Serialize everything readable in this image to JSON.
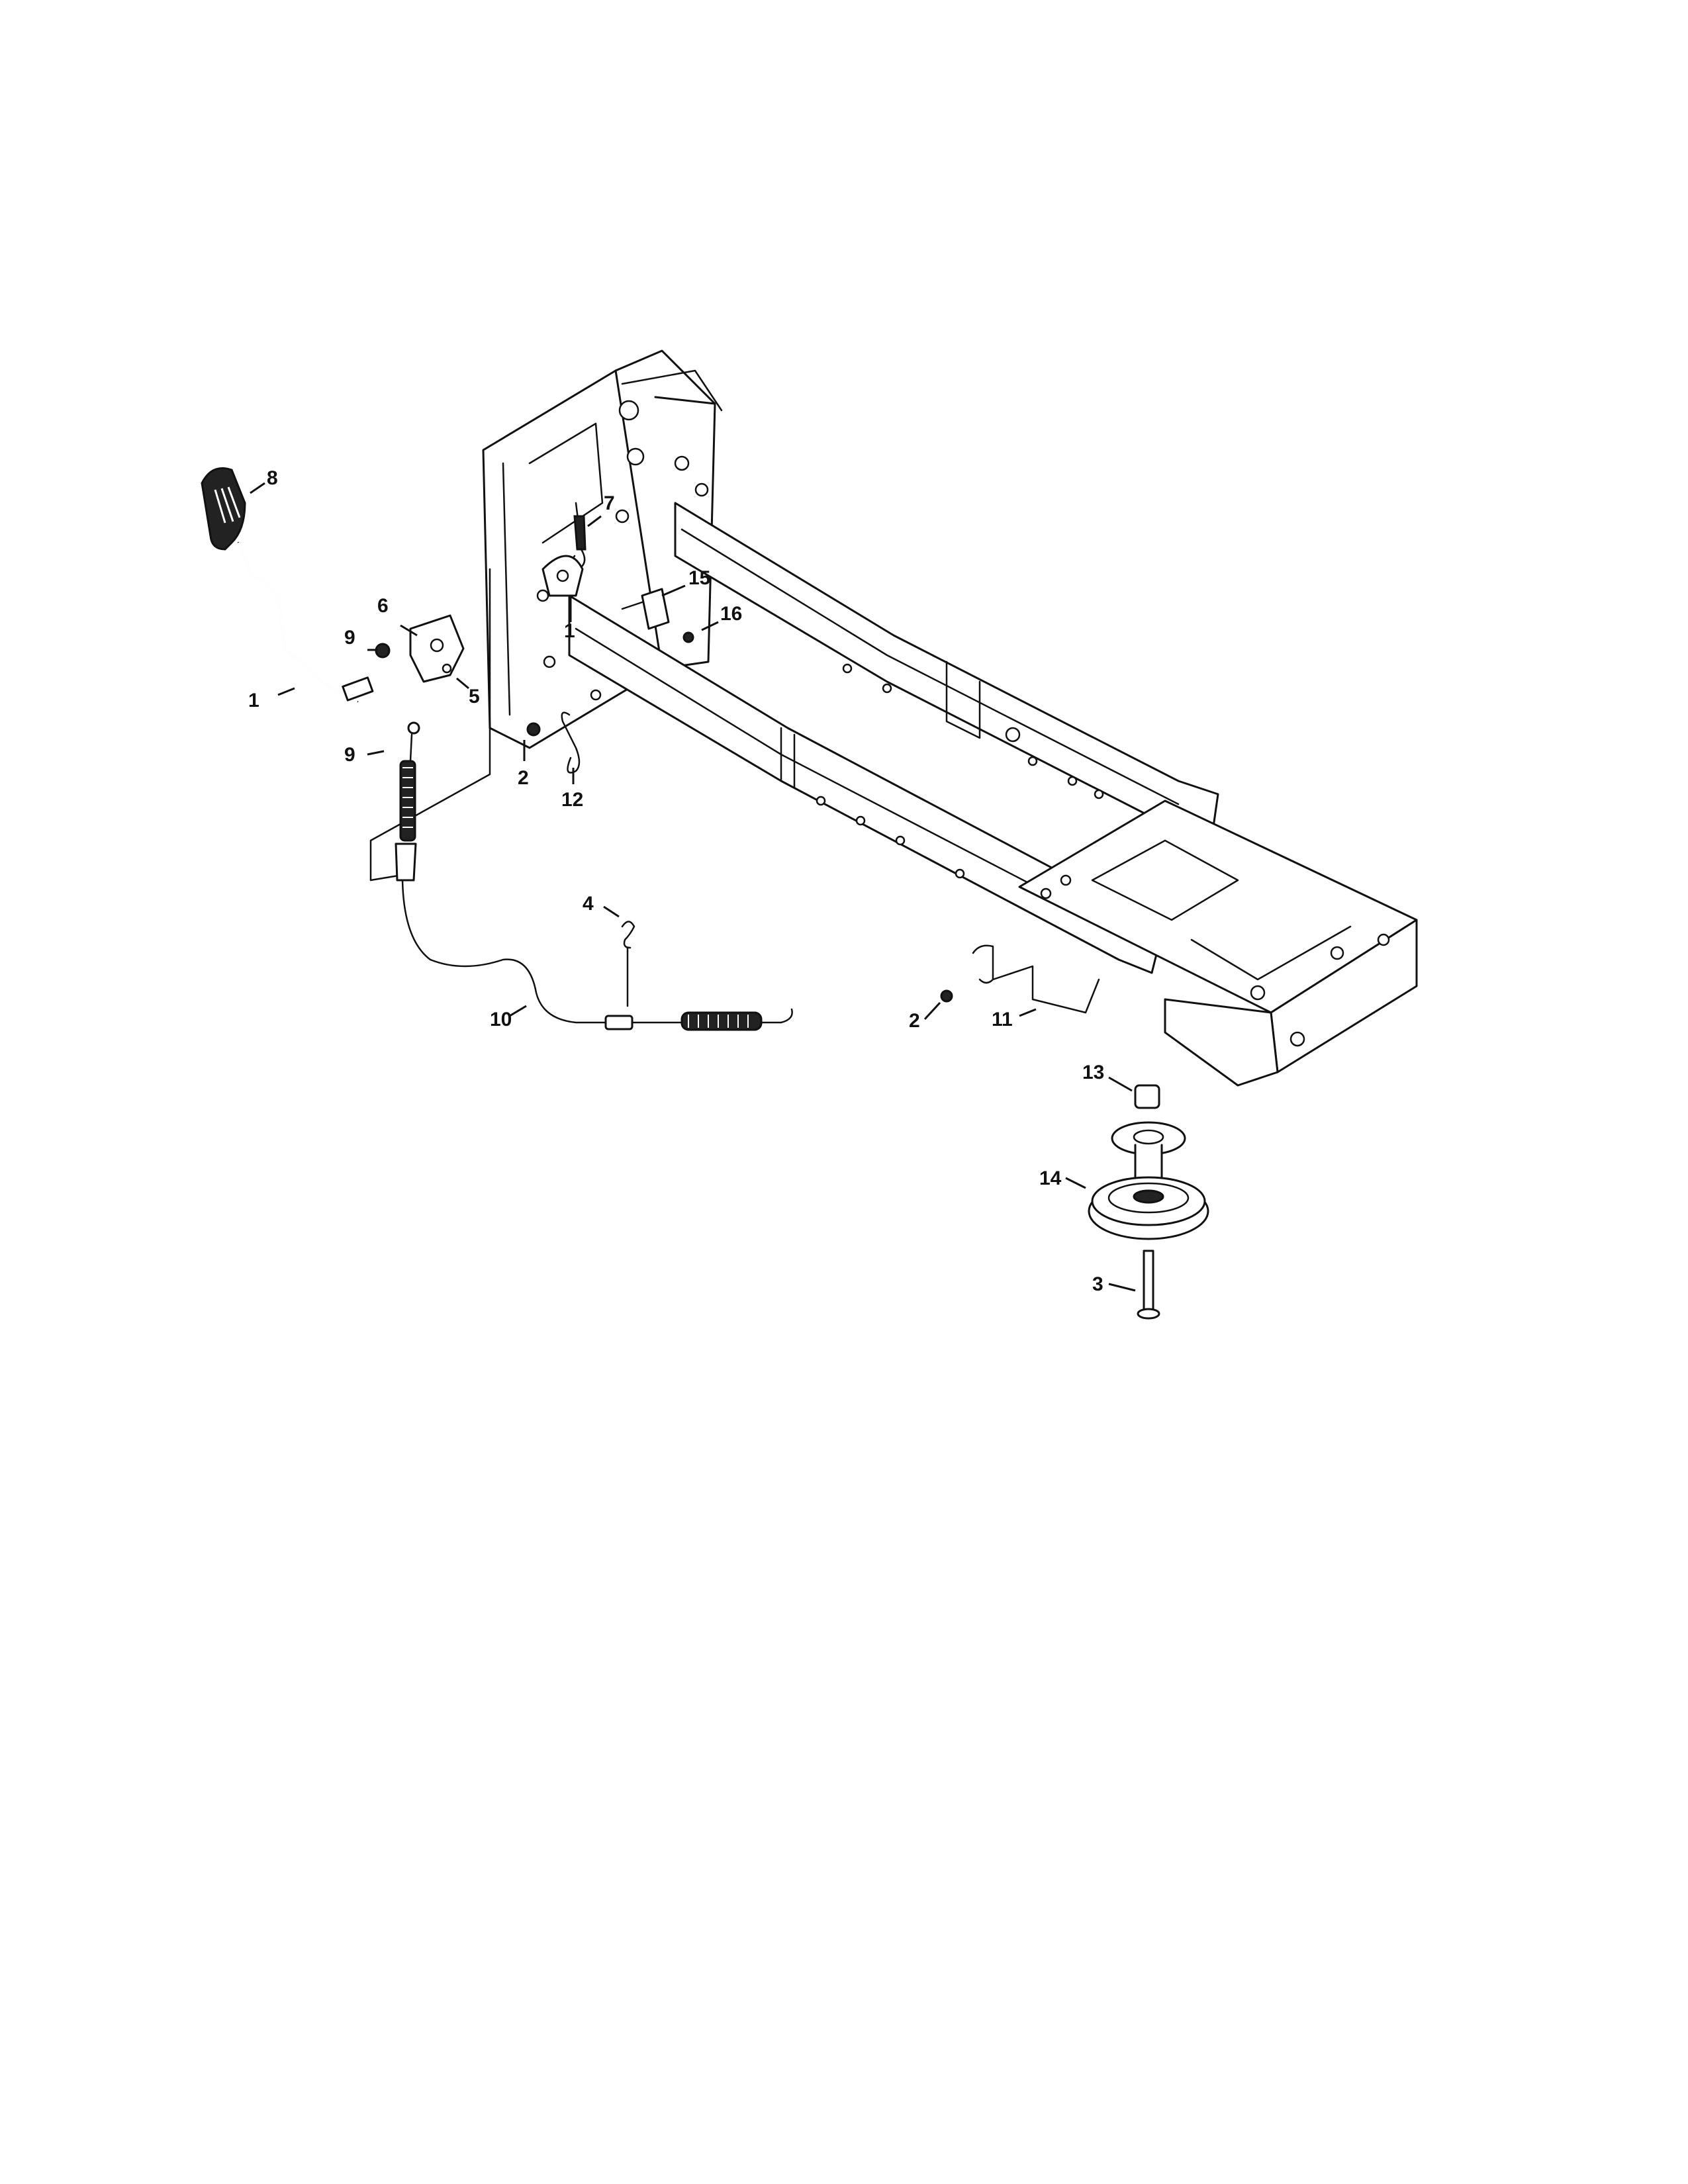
{
  "callouts": [
    {
      "id": "c8",
      "label": "8"
    },
    {
      "id": "c7",
      "label": "7"
    },
    {
      "id": "c15",
      "label": "15"
    },
    {
      "id": "c16",
      "label": "16"
    },
    {
      "id": "c6",
      "label": "6"
    },
    {
      "id": "c9a",
      "label": "9"
    },
    {
      "id": "c1a",
      "label": "1"
    },
    {
      "id": "c1b",
      "label": "1"
    },
    {
      "id": "c5",
      "label": "5"
    },
    {
      "id": "c9b",
      "label": "9"
    },
    {
      "id": "c2a",
      "label": "2"
    },
    {
      "id": "c12",
      "label": "12"
    },
    {
      "id": "c4",
      "label": "4"
    },
    {
      "id": "c10",
      "label": "10"
    },
    {
      "id": "c2b",
      "label": "2"
    },
    {
      "id": "c11",
      "label": "11"
    },
    {
      "id": "c13",
      "label": "13"
    },
    {
      "id": "c14",
      "label": "14"
    },
    {
      "id": "c3",
      "label": "3"
    }
  ],
  "parts": {
    "handle_knob": "handle-grip-icon",
    "lever_rod": "lever-rod-icon",
    "spring_upper": "extension-spring-icon",
    "bracket": "mounting-bracket-icon",
    "cable": "control-cable-icon",
    "pulley": "idler-pulley-icon"
  },
  "colors": {
    "line": "#111111",
    "background": "#ffffff"
  }
}
